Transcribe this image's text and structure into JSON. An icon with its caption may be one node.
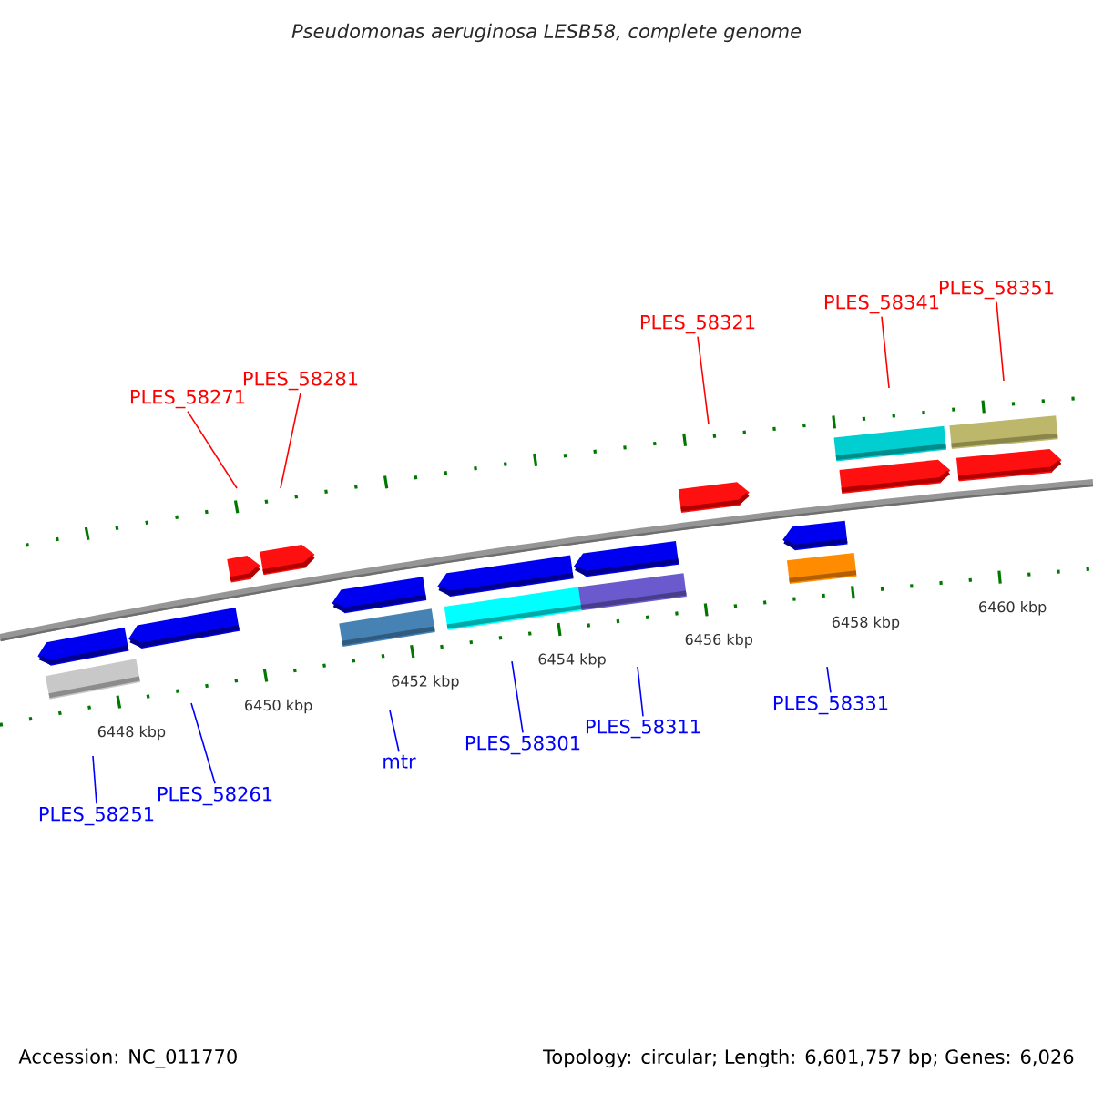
{
  "diagram": {
    "title": "Pseudomonas aeruginosa LESB58, complete genome",
    "nodes": [
      {
        "text": [
          "PLES_58271"
        ]
      },
      {
        "text": [
          "PLES_58281"
        ]
      },
      {
        "text": [
          "PLES_58321"
        ]
      },
      {
        "text": [
          "PLES_58341"
        ]
      },
      {
        "text": [
          "PLES_58351"
        ]
      },
      {
        "text": [
          "PLES_58251"
        ]
      },
      {
        "text": [
          "PLES_58261"
        ]
      },
      {
        "text": [
          "mtr"
        ]
      },
      {
        "text": [
          "PLES_58301"
        ]
      },
      {
        "text": [
          "PLES_58311"
        ]
      },
      {
        "text": [
          "PLES_58331"
        ]
      }
    ],
    "edges": [
      {
        "from": 0,
        "to": null,
        "arrow": "none",
        "color": "#ff0000"
      },
      {
        "from": 1,
        "to": null,
        "arrow": "none",
        "color": "#ff0000"
      },
      {
        "from": 2,
        "to": null,
        "arrow": "none",
        "color": "#ff0000"
      },
      {
        "from": 3,
        "to": null,
        "arrow": "none",
        "color": "#ff0000"
      },
      {
        "from": 4,
        "to": null,
        "arrow": "none",
        "color": "#ff0000"
      },
      {
        "from": 5,
        "to": null,
        "arrow": "none",
        "color": "#0000ff"
      },
      {
        "from": 6,
        "to": null,
        "arrow": "none",
        "color": "#0000ff"
      },
      {
        "from": 7,
        "to": null,
        "arrow": "none",
        "color": "#0000ff"
      },
      {
        "from": 8,
        "to": null,
        "arrow": "none",
        "color": "#0000ff"
      },
      {
        "from": 9,
        "to": null,
        "arrow": "none",
        "color": "#0000ff"
      },
      {
        "from": 10,
        "to": null,
        "arrow": "none",
        "color": "#0000ff"
      }
    ],
    "labels": [
      "6448 kbp",
      "6450 kbp",
      "6452 kbp",
      "6454 kbp",
      "6456 kbp",
      "6458 kbp",
      "6460 kbp",
      "Accession: NC_011770",
      "Topology: circular; Length: 6,601,757 bp; Genes: 6,026"
    ]
  }
}
